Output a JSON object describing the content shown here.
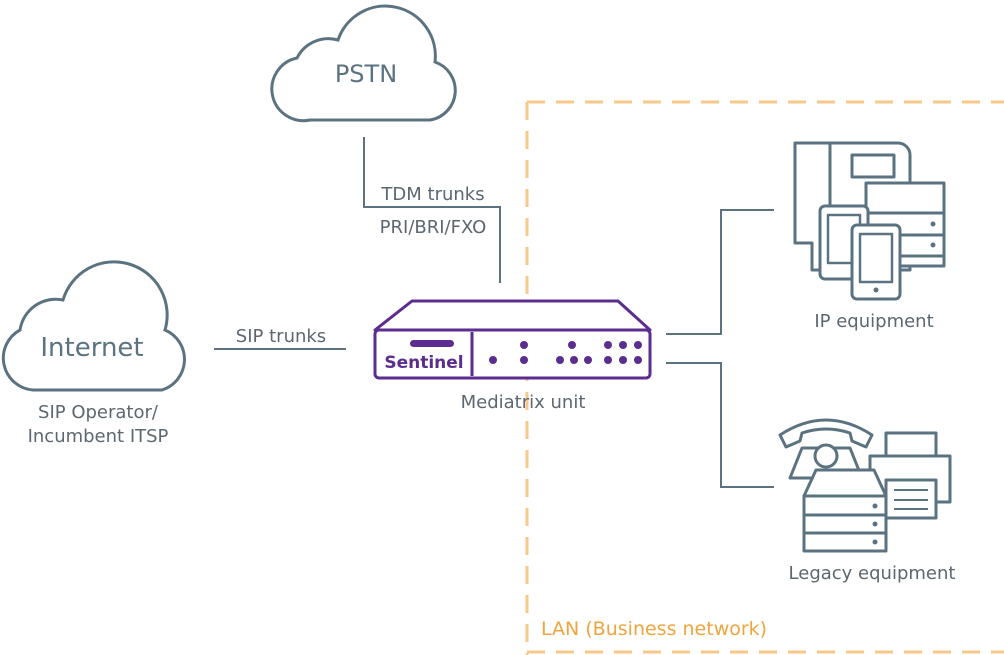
{
  "clouds": {
    "pstn": "PSTN",
    "internet": "Internet"
  },
  "labels": {
    "tdm_trunks": "TDM trunks",
    "pri_bri_fxo": "PRI/BRI/FXO",
    "sip_trunks": "SIP trunks",
    "sip_operator_line1": "SIP Operator/",
    "sip_operator_line2": "Incumbent ITSP",
    "mediatrix_unit": "Mediatrix unit",
    "ip_equipment": "IP equipment",
    "legacy_equipment": "Legacy equipment",
    "lan": "LAN (Business network)"
  },
  "device": {
    "brand": "Sentinel"
  },
  "colors": {
    "line": "#5b7380",
    "device": "#5b2d8e",
    "lan_border": "#f6c98a",
    "lan_text": "#f0a53c",
    "text": "#5c6770"
  }
}
